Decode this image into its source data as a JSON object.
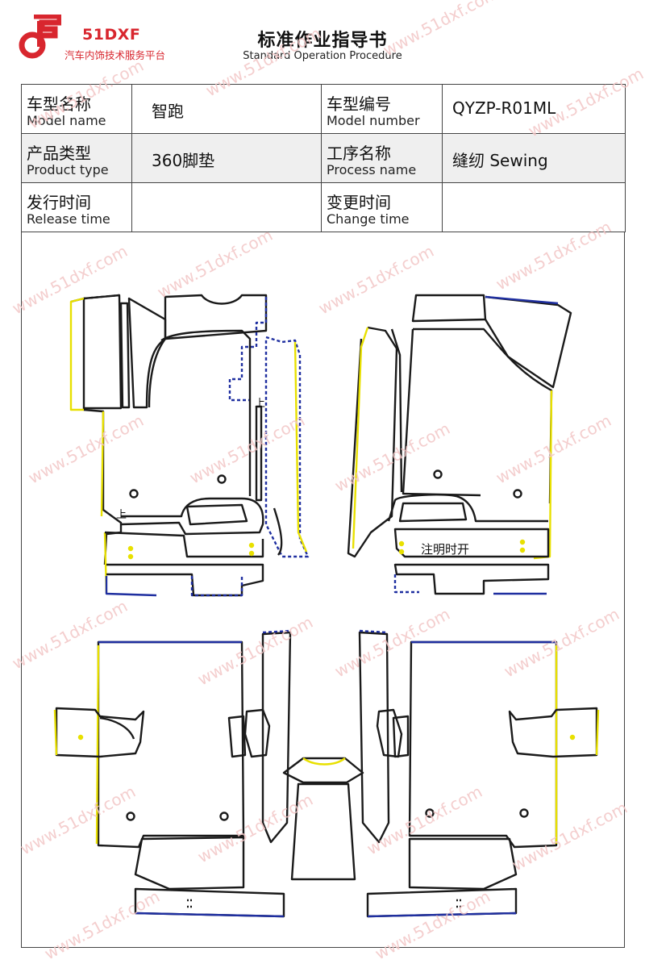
{
  "brand": {
    "name": "51DXF",
    "tagline": "汽车内饰技术服务平台",
    "accent_color": "#d8262e"
  },
  "doc": {
    "title": "标准作业指导书",
    "subtitle": "Standard Operation Procedure"
  },
  "info": {
    "model_name": {
      "zh": "车型名称",
      "en": "Model name",
      "value": "智跑"
    },
    "model_number": {
      "zh": "车型编号",
      "en": "Model number",
      "value": "QYZP-R01ML"
    },
    "product_type": {
      "zh": "产品类型",
      "en": "Product type",
      "value": "360脚垫"
    },
    "process_name": {
      "zh": "工序名称",
      "en": "Process name",
      "value": "缝纫 Sewing"
    },
    "release_time": {
      "zh": "发行时间",
      "en": "Release time",
      "value": ""
    },
    "change_time": {
      "zh": "变更时间",
      "en": "Change time",
      "value": ""
    }
  },
  "drawing": {
    "note": "注明时开",
    "mark_left": "上",
    "mark_right": "上",
    "line_colors": {
      "outline": "#1a1a1a",
      "yellow": "#e8e000",
      "blue": "#1f2fa0"
    }
  },
  "watermark": {
    "text": "www.51dxf.com",
    "color": "#f2c6c6"
  }
}
